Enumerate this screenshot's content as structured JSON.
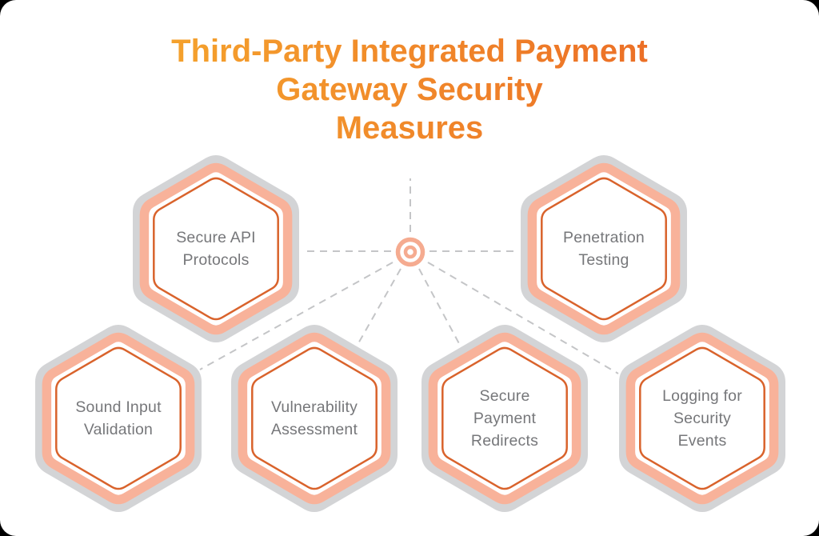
{
  "title": {
    "lines": [
      "Third-Party Integrated Payment",
      "Gateway Security",
      "Measures"
    ],
    "text": "Third-Party Integrated Payment Gateway Security Measures"
  },
  "hub": {
    "icon": "target-icon",
    "connects_to": [
      "secure-api-protocols",
      "penetration-testing",
      "sound-input-validation",
      "vulnerability-assessment",
      "secure-payment-redirects",
      "logging-for-security-events"
    ]
  },
  "nodes": [
    {
      "id": "secure-api-protocols",
      "label": "Secure API Protocols"
    },
    {
      "id": "penetration-testing",
      "label": "Penetration Testing"
    },
    {
      "id": "sound-input-validation",
      "label": "Sound Input Validation"
    },
    {
      "id": "vulnerability-assessment",
      "label": "Vulnerability Assessment"
    },
    {
      "id": "secure-payment-redirects",
      "label": "Secure Payment Redirects"
    },
    {
      "id": "logging-for-security-events",
      "label": "Logging for Security Events"
    }
  ],
  "colors": {
    "title_gradient_start": "#f6a92e",
    "title_gradient_end": "#eb6a26",
    "hex_outer_gray": "#d3d4d6",
    "hex_salmon": "#f8b29a",
    "hex_orange_stroke": "#d9632c",
    "label_text": "#76777a",
    "connector": "#c4c5c7",
    "hub_salmon": "#f5ab90",
    "canvas_bg": "#ffffff",
    "page_corner": "#000000"
  }
}
